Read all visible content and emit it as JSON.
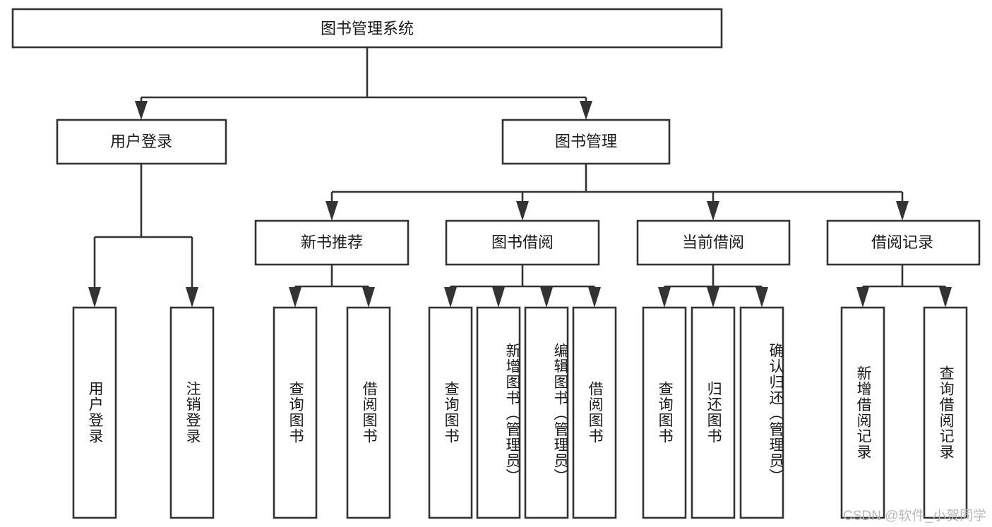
{
  "diagram": {
    "type": "tree",
    "title": "图书管理系统",
    "orientation": "top-down",
    "watermark": "CSDN @软件_小贺同学",
    "colors": {
      "background": "#ffffff",
      "node_fill": "#ffffff",
      "node_stroke": "#333333",
      "text": "#1a1a1a",
      "watermark": "#b8b8b8"
    },
    "root": {
      "id": "root",
      "label": "图书管理系统"
    },
    "level2": [
      {
        "id": "user-login",
        "label": "用户登录"
      },
      {
        "id": "book-manage",
        "label": "图书管理"
      }
    ],
    "level3": [
      {
        "id": "new-book-rec",
        "label": "新书推荐",
        "parent": "book-manage"
      },
      {
        "id": "book-borrow",
        "label": "图书借阅",
        "parent": "book-manage"
      },
      {
        "id": "current-borrow",
        "label": "当前借阅",
        "parent": "book-manage"
      },
      {
        "id": "borrow-record",
        "label": "借阅记录",
        "parent": "book-manage"
      }
    ],
    "leaves": [
      {
        "id": "leaf-user-login",
        "label": "用户登录",
        "parent": "user-login"
      },
      {
        "id": "leaf-user-logout",
        "label": "注销登录",
        "parent": "user-login"
      },
      {
        "id": "leaf-query-book-rec",
        "label": "查询图书",
        "parent": "new-book-rec"
      },
      {
        "id": "leaf-borrow-book-rec",
        "label": "借阅图书",
        "parent": "new-book-rec"
      },
      {
        "id": "leaf-query-book-borrow",
        "label": "查询图书",
        "parent": "book-borrow"
      },
      {
        "id": "leaf-add-book",
        "label": "新增图书（管理员）",
        "parent": "book-borrow"
      },
      {
        "id": "leaf-edit-book",
        "label": "编辑图书（管理员）",
        "parent": "book-borrow"
      },
      {
        "id": "leaf-borrow-book",
        "label": "借阅图书",
        "parent": "book-borrow"
      },
      {
        "id": "leaf-query-book-current",
        "label": "查询图书",
        "parent": "current-borrow"
      },
      {
        "id": "leaf-return-book",
        "label": "归还图书",
        "parent": "current-borrow"
      },
      {
        "id": "leaf-confirm-return",
        "label": "确认归还（管理员）",
        "parent": "current-borrow"
      },
      {
        "id": "leaf-add-record",
        "label": "新增借阅记录",
        "parent": "borrow-record"
      },
      {
        "id": "leaf-query-record",
        "label": "查询借阅记录",
        "parent": "borrow-record"
      }
    ]
  }
}
